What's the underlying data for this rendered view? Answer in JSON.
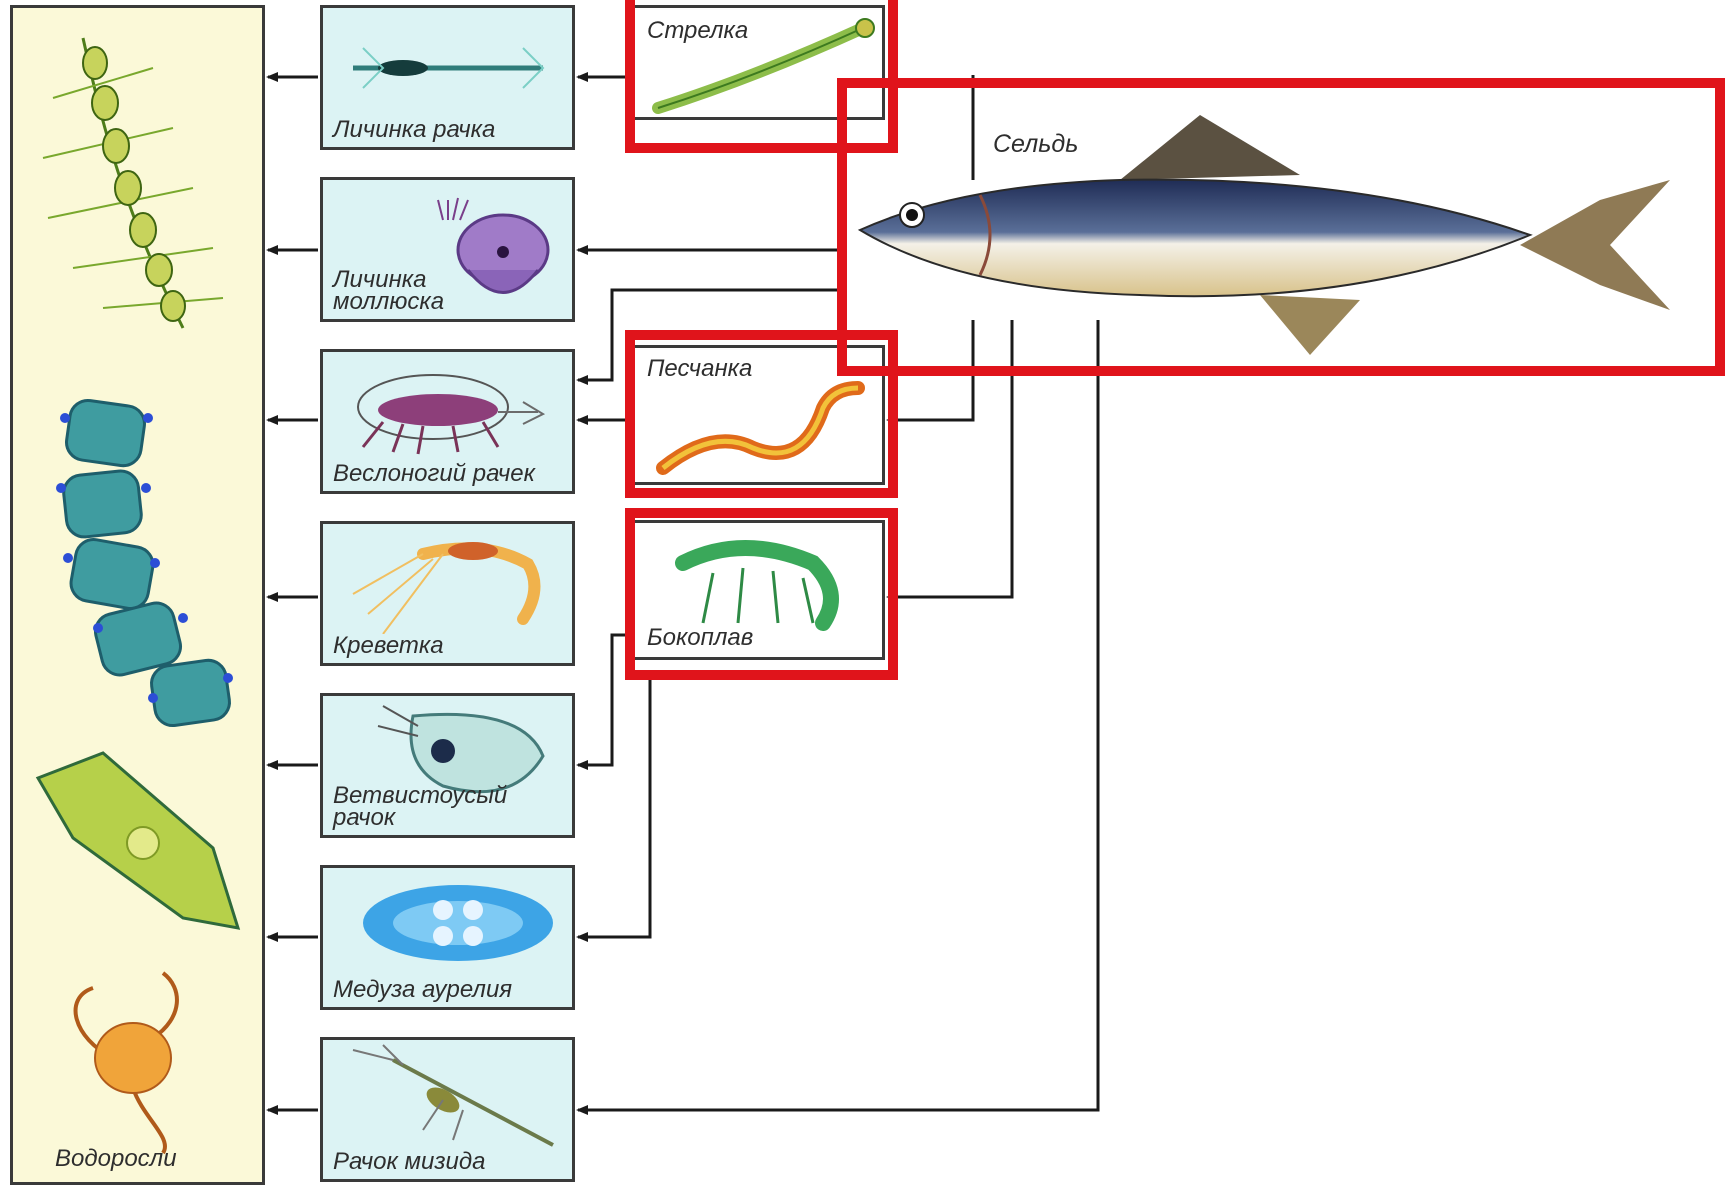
{
  "labels": {
    "algae": "Водоросли",
    "crayfish_larva": "Личинка рачка",
    "mollusk_larva": "Личинка\nмоллюска",
    "copepod": "Веслоногий рачек",
    "shrimp": "Креветка",
    "cladoceran": "Ветвистоусый\nрачок",
    "jellyfish": "Медуза аурелия",
    "mysid": "Рачок мизида",
    "arrow_worm": "Стрелка",
    "sand_eel": "Песчанка",
    "amphipod": "Бокоплав",
    "herring": "Сельдь"
  },
  "colors": {
    "highlight": "#e0141b",
    "plankton_box": "#dcf3f4",
    "algae_panel": "#fbf9d8"
  }
}
